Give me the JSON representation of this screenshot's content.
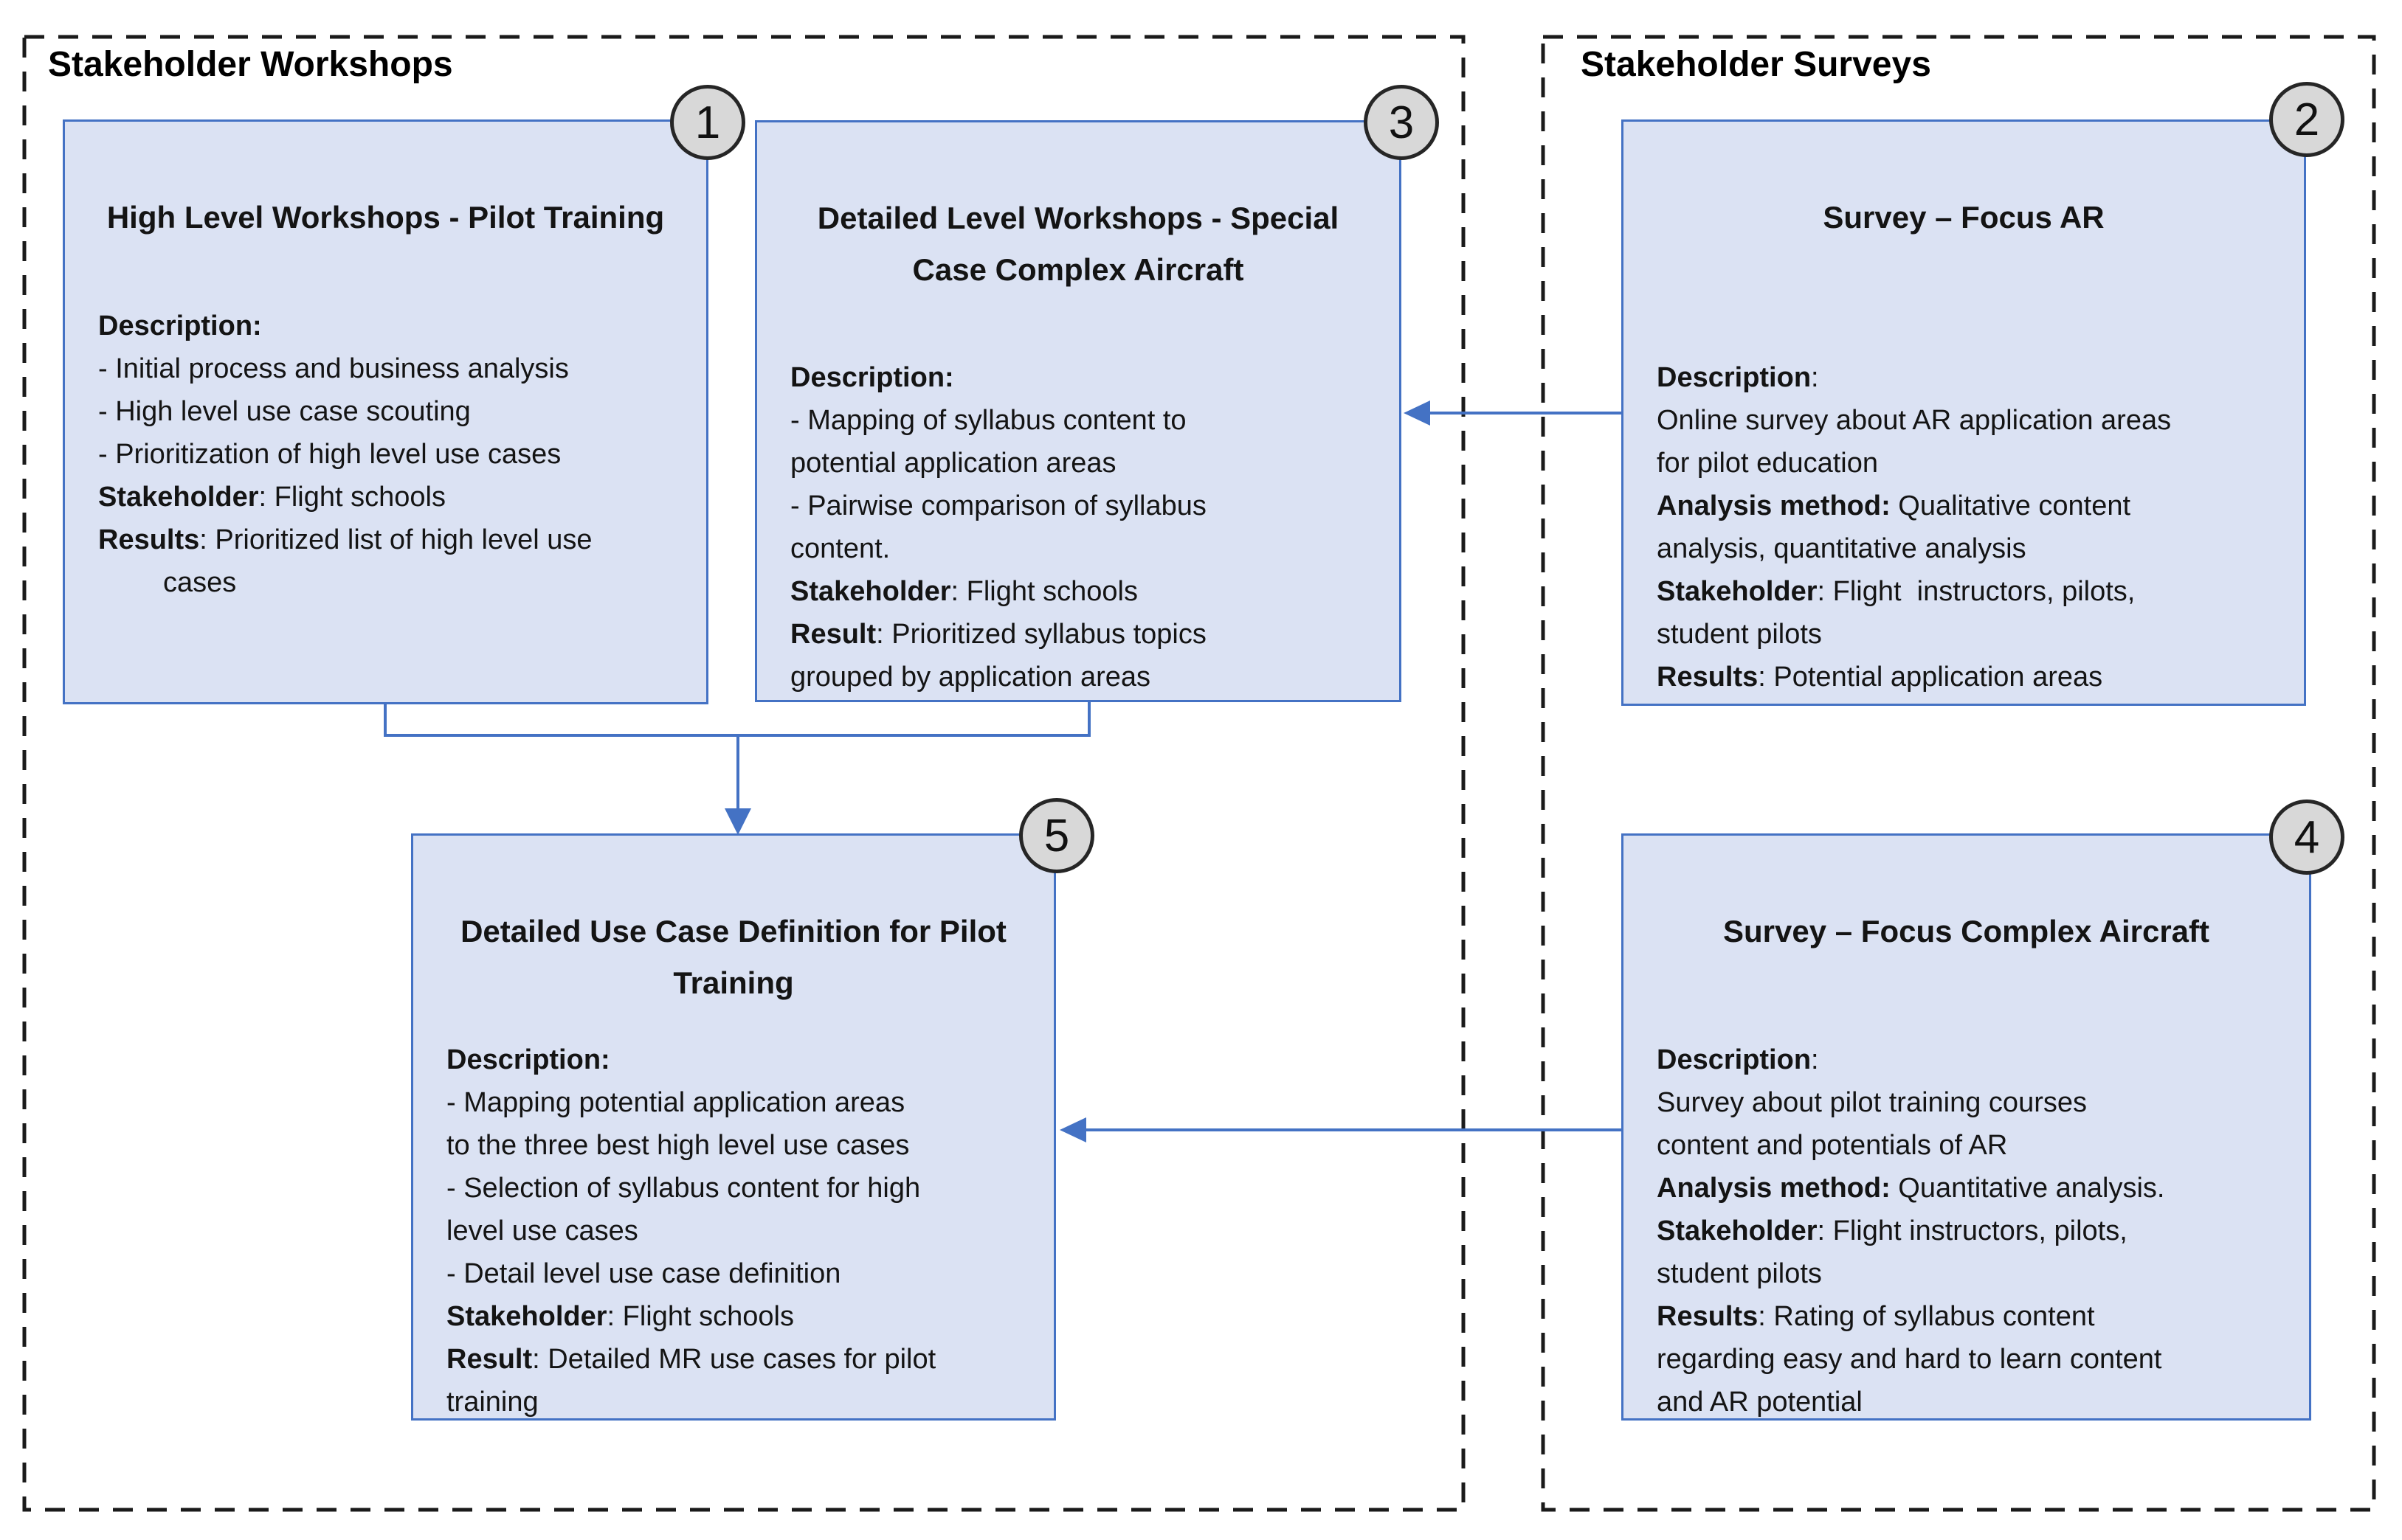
{
  "colors": {
    "accent_blue": "#4472c4",
    "box_fill": "#dbe2f3",
    "badge_fill": "#d8d8d8",
    "dash_border": "#1a1a1a"
  },
  "containers": {
    "workshops": {
      "label": "Stakeholder Workshops"
    },
    "surveys": {
      "label": "Stakeholder Surveys"
    }
  },
  "boxes": {
    "box1": {
      "number": "1",
      "title": "High Level Workshops - Pilot Training",
      "lines": [
        {
          "runs": [
            {
              "text": "Description:",
              "bold": true
            }
          ]
        },
        {
          "runs": [
            {
              "text": "- Initial process and business analysis"
            }
          ]
        },
        {
          "runs": [
            {
              "text": "- High level use case scouting"
            }
          ]
        },
        {
          "runs": [
            {
              "text": "- Prioritization of high level use cases"
            }
          ]
        },
        {
          "runs": [
            {
              "text": "Stakeholder",
              "bold": true
            },
            {
              "text": ": Flight schools"
            }
          ]
        },
        {
          "runs": [
            {
              "text": "Results",
              "bold": true
            },
            {
              "text": ": Prioritized list of high level use"
            }
          ]
        },
        {
          "indent": true,
          "runs": [
            {
              "text": "cases"
            }
          ]
        }
      ]
    },
    "box3": {
      "number": "3",
      "title": "Detailed Level Workshops - Special Case Complex Aircraft",
      "lines": [
        {
          "runs": [
            {
              "text": "Description:",
              "bold": true
            }
          ]
        },
        {
          "runs": [
            {
              "text": "- Mapping of syllabus content to"
            }
          ]
        },
        {
          "runs": [
            {
              "text": "potential application areas"
            }
          ]
        },
        {
          "runs": [
            {
              "text": "- Pairwise comparison of syllabus"
            }
          ]
        },
        {
          "runs": [
            {
              "text": "content."
            }
          ]
        },
        {
          "runs": [
            {
              "text": "Stakeholder",
              "bold": true
            },
            {
              "text": ": Flight schools"
            }
          ]
        },
        {
          "runs": [
            {
              "text": "Result",
              "bold": true
            },
            {
              "text": ": Prioritized syllabus topics"
            }
          ]
        },
        {
          "runs": [
            {
              "text": "grouped by application areas"
            }
          ]
        }
      ]
    },
    "box2": {
      "number": "2",
      "title": "Survey – Focus AR",
      "lines": [
        {
          "runs": [
            {
              "text": "Description",
              "bold": true
            },
            {
              "text": ":"
            }
          ]
        },
        {
          "runs": [
            {
              "text": "Online survey about AR application areas"
            }
          ]
        },
        {
          "runs": [
            {
              "text": "for pilot education"
            }
          ]
        },
        {
          "runs": [
            {
              "text": "Analysis method:",
              "bold": true
            },
            {
              "text": " Qualitative content"
            }
          ]
        },
        {
          "runs": [
            {
              "text": "analysis, quantitative analysis"
            }
          ]
        },
        {
          "runs": [
            {
              "text": "Stakeholder",
              "bold": true
            },
            {
              "text": ": Flight  instructors, pilots,"
            }
          ]
        },
        {
          "runs": [
            {
              "text": "student pilots"
            }
          ]
        },
        {
          "runs": [
            {
              "text": "Results",
              "bold": true
            },
            {
              "text": ": Potential application areas"
            }
          ]
        }
      ]
    },
    "box4": {
      "number": "4",
      "title": "Survey – Focus Complex Aircraft",
      "lines": [
        {
          "runs": [
            {
              "text": "Description",
              "bold": true
            },
            {
              "text": ":"
            }
          ]
        },
        {
          "runs": [
            {
              "text": "Survey about pilot training courses"
            }
          ]
        },
        {
          "runs": [
            {
              "text": "content and potentials of AR"
            }
          ]
        },
        {
          "runs": [
            {
              "text": "Analysis method:",
              "bold": true
            },
            {
              "text": " Quantitative analysis."
            }
          ]
        },
        {
          "runs": [
            {
              "text": "Stakeholder",
              "bold": true
            },
            {
              "text": ": Flight instructors, pilots,"
            }
          ]
        },
        {
          "runs": [
            {
              "text": "student pilots"
            }
          ]
        },
        {
          "runs": [
            {
              "text": "Results",
              "bold": true
            },
            {
              "text": ": Rating of syllabus content"
            }
          ]
        },
        {
          "runs": [
            {
              "text": "regarding easy and hard to learn content"
            }
          ]
        },
        {
          "runs": [
            {
              "text": "and AR potential"
            }
          ]
        }
      ]
    },
    "box5": {
      "number": "5",
      "title": "Detailed Use Case Definition for Pilot Training",
      "lines": [
        {
          "runs": [
            {
              "text": "Description:",
              "bold": true
            }
          ]
        },
        {
          "runs": [
            {
              "text": "- Mapping potential application areas"
            }
          ]
        },
        {
          "runs": [
            {
              "text": "to the three best high level use cases"
            }
          ]
        },
        {
          "runs": [
            {
              "text": "- Selection of syllabus content for high"
            }
          ]
        },
        {
          "runs": [
            {
              "text": "level use cases"
            }
          ]
        },
        {
          "runs": [
            {
              "text": "- Detail level use case definition"
            }
          ]
        },
        {
          "runs": [
            {
              "text": "Stakeholder",
              "bold": true
            },
            {
              "text": ": Flight schools"
            }
          ]
        },
        {
          "runs": [
            {
              "text": "Result",
              "bold": true
            },
            {
              "text": ": Detailed MR use cases for pilot"
            }
          ]
        },
        {
          "runs": [
            {
              "text": "training"
            }
          ]
        }
      ]
    }
  }
}
